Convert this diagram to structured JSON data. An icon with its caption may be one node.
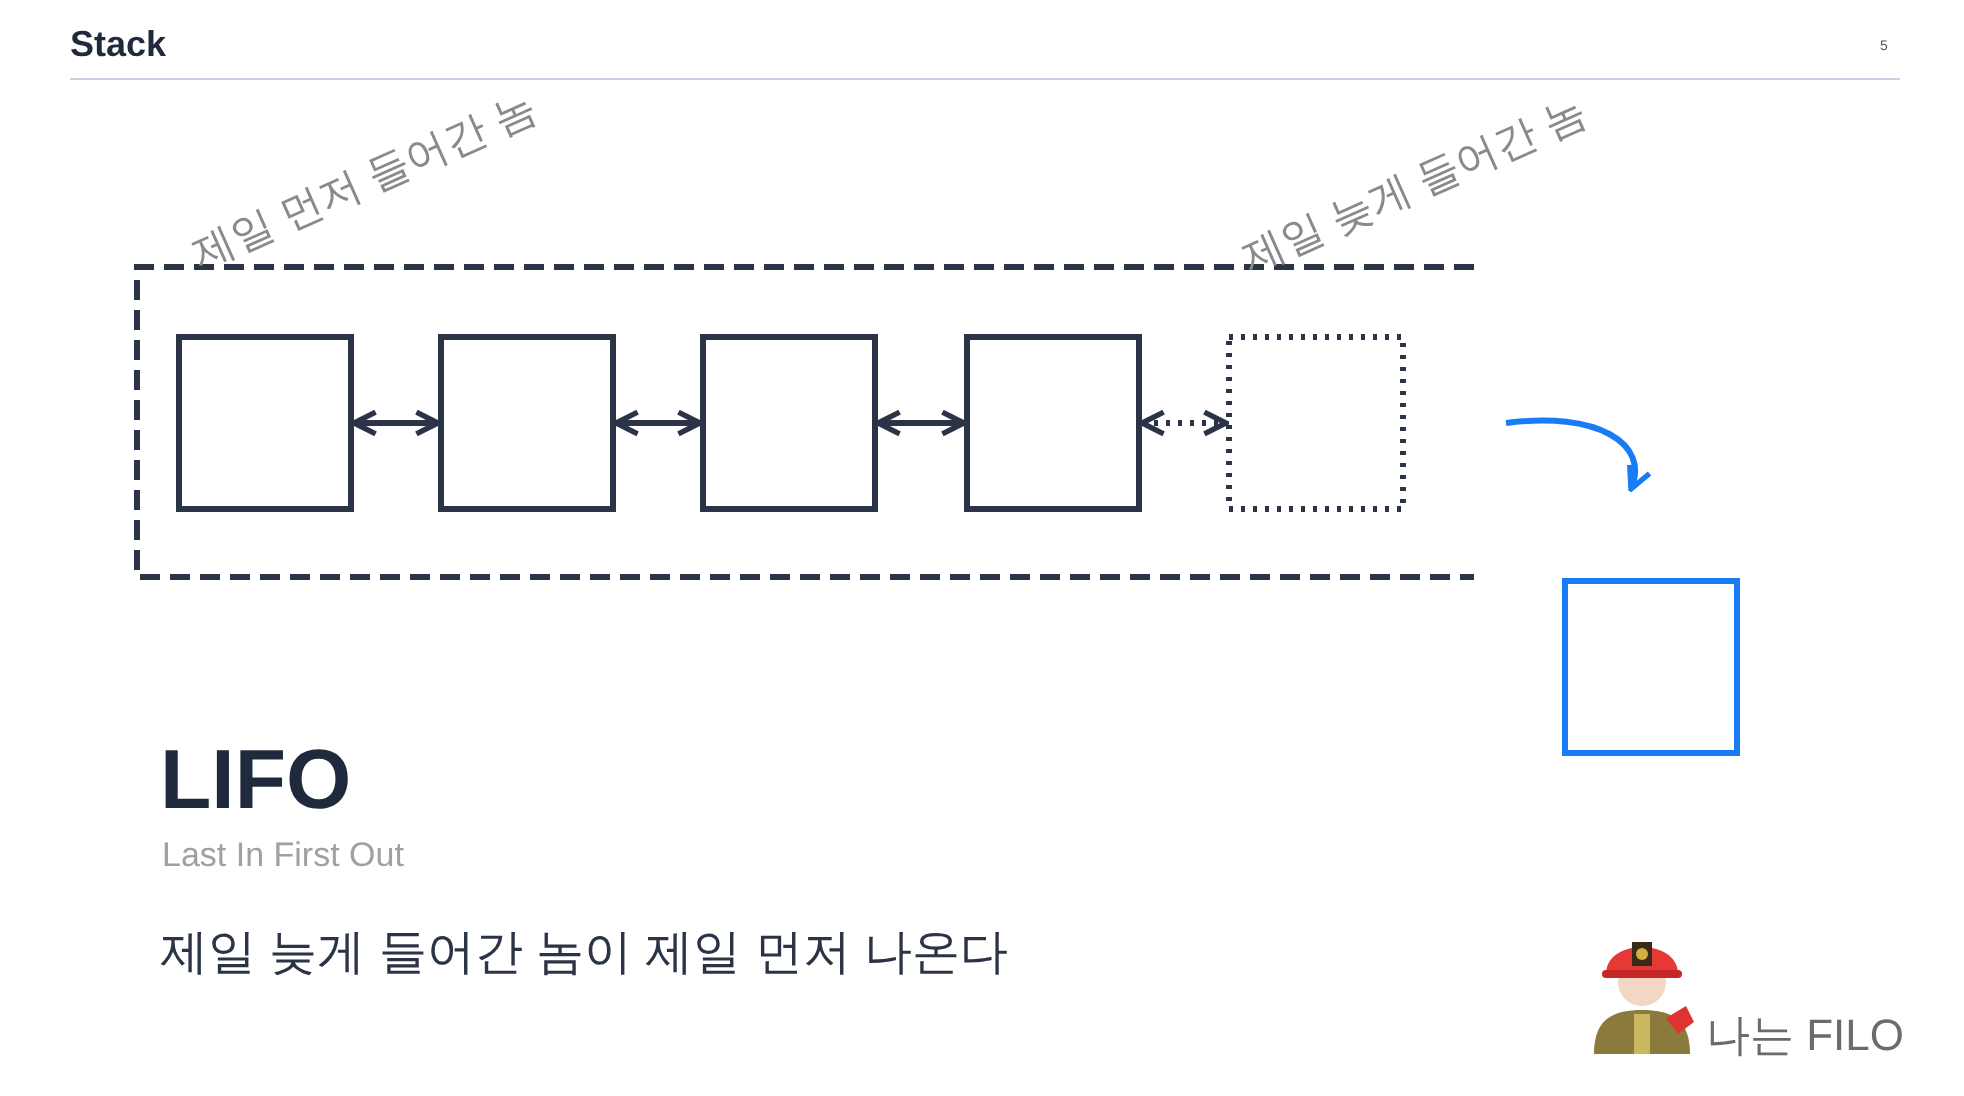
{
  "diagram": {
    "title": "Stack",
    "nodes": [
      {
        "text": [],
        "shape": "box"
      },
      {
        "text": [],
        "shape": "box",
        "in": 0
      },
      {
        "text": [],
        "shape": "box",
        "in": 0
      },
      {
        "text": [],
        "shape": "box",
        "in": 0
      },
      {
        "text": [],
        "shape": "box",
        "in": 0
      },
      {
        "text": [],
        "shape": "box",
        "in": 0
      },
      {
        "text": [],
        "shape": "box"
      }
    ],
    "edges": [
      {
        "from": 1,
        "to": 2,
        "arrow": "both"
      },
      {
        "from": 2,
        "to": 3,
        "arrow": "both"
      },
      {
        "from": 3,
        "to": 4,
        "arrow": "both"
      },
      {
        "from": 4,
        "to": 5,
        "arrow": "both",
        "style": "dashed"
      },
      {
        "from": 5,
        "to": 6,
        "arrow": "to",
        "color": "#1a7cf5"
      }
    ],
    "labels": [
      "5",
      "제일 먼저 들어간 놈",
      "제일 늦게 들어간 놈",
      "LIFO",
      "Last In First Out",
      "제일 늦게 들어간 놈이 제일 먼저 나온다",
      "나는 FILO"
    ]
  }
}
